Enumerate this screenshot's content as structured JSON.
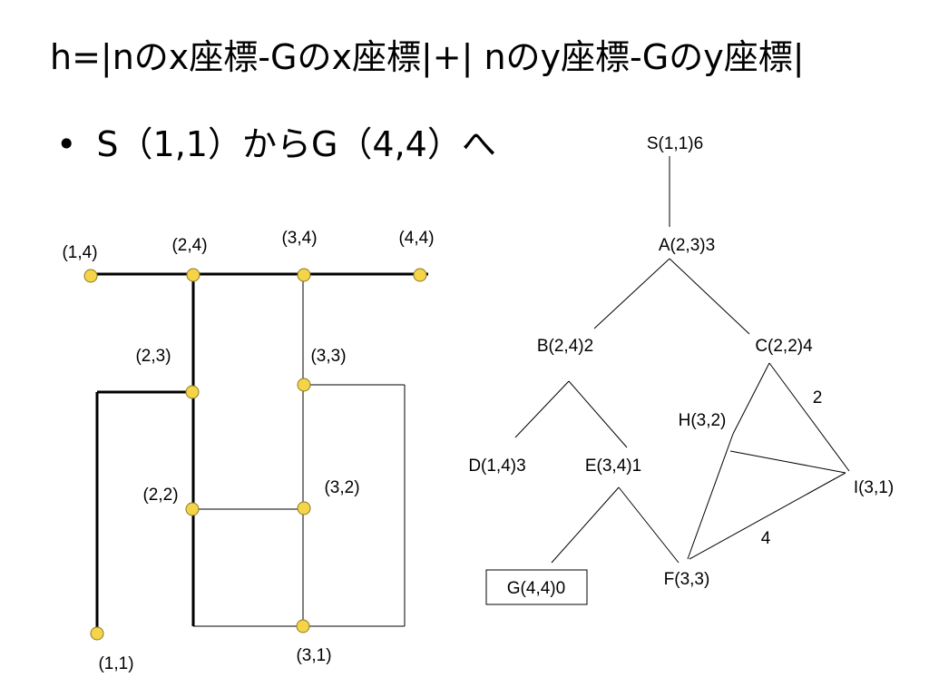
{
  "slide": {
    "title": "h=|nのx座標-Gのx座標|+| nのy座標-Gのy座標|",
    "bullet_symbol": "•",
    "bullet_text": "S（1,1）からG（4,4）へ"
  },
  "grid": {
    "node_color": "#f5d44a",
    "nodes": [
      {
        "id": "g14",
        "label": "(1,4)"
      },
      {
        "id": "g24",
        "label": "(2,4)"
      },
      {
        "id": "g34",
        "label": "(3,4)"
      },
      {
        "id": "g44",
        "label": "(4,4)"
      },
      {
        "id": "g23",
        "label": "(2,3)"
      },
      {
        "id": "g33",
        "label": "(3,3)"
      },
      {
        "id": "g22",
        "label": "(2,2)"
      },
      {
        "id": "g32",
        "label": "(3,2)"
      },
      {
        "id": "g11",
        "label": "(1,1)"
      },
      {
        "id": "g31",
        "label": "(3,1)"
      }
    ]
  },
  "tree": {
    "nodes": [
      {
        "id": "S",
        "label": "S(1,1)6"
      },
      {
        "id": "A",
        "label": "A(2,3)3"
      },
      {
        "id": "B",
        "label": "B(2,4)2"
      },
      {
        "id": "C",
        "label": "C(2,2)4"
      },
      {
        "id": "D",
        "label": "D(1,4)3"
      },
      {
        "id": "E",
        "label": "E(3,4)1"
      },
      {
        "id": "H",
        "label": "H(3,2)"
      },
      {
        "id": "I",
        "label": "I(3,1)"
      },
      {
        "id": "F",
        "label": "F(3,3)"
      },
      {
        "id": "G",
        "label": "G(4,4)0"
      }
    ],
    "edge_labels": [
      "2",
      "4"
    ]
  }
}
